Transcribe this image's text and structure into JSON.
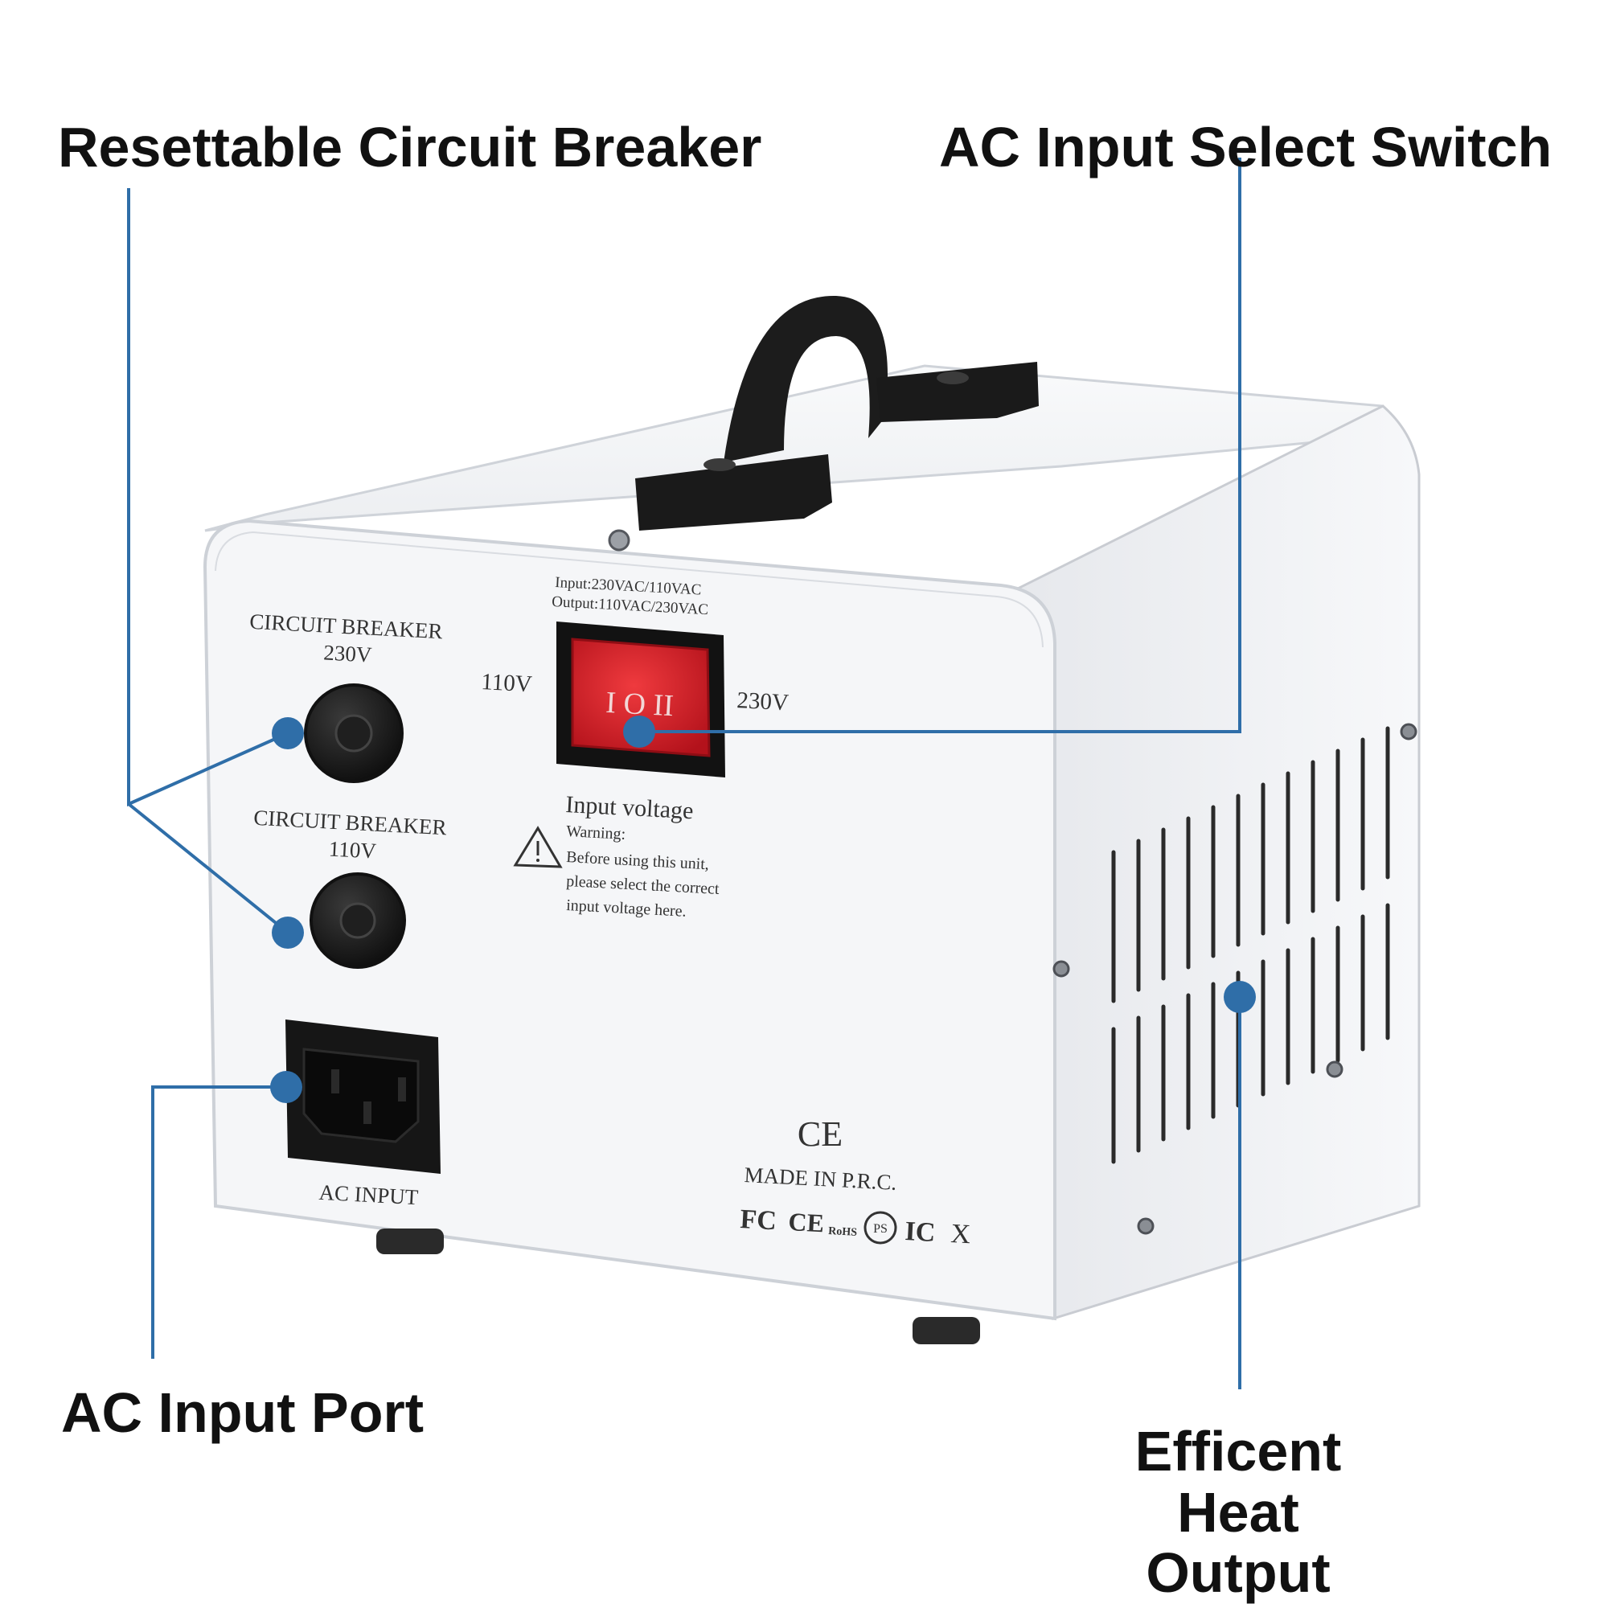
{
  "callouts": {
    "breaker": "Resettable Circuit Breaker",
    "switch": "AC Input Select Switch",
    "port": "AC Input Port",
    "heat_line1": "Efficent",
    "heat_line2": "Heat Output"
  },
  "panel": {
    "breaker_230_line1": "CIRCUIT BREAKER",
    "breaker_230_line2": "230V",
    "breaker_110_line1": "CIRCUIT BREAKER",
    "breaker_110_line2": "110V",
    "io_line1": "Input:230VAC/110VAC",
    "io_line2": "Output:110VAC/230VAC",
    "left_voltage": "110V",
    "right_voltage": "230V",
    "switch_glyphs": "I O II",
    "input_voltage": "Input voltage",
    "warning_title": "Warning:",
    "warning_line1": "Before using this unit,",
    "warning_line2": "please select the correct",
    "warning_line3": "input voltage here.",
    "ac_input": "AC INPUT",
    "ce_mark": "CE",
    "made_in": "MADE IN P.R.C.",
    "cert_fc": "FC",
    "cert_ce": "CE",
    "cert_rohs": "RoHS",
    "cert_pse": "PS",
    "cert_ic": "IC",
    "cert_weee": "X"
  },
  "colors": {
    "callout_line": "#2f6ea8",
    "callout_dot": "#2f6ea8",
    "switch_red": "#d8222a",
    "case_white": "#f4f5f7",
    "handle_black": "#1c1c1c"
  }
}
